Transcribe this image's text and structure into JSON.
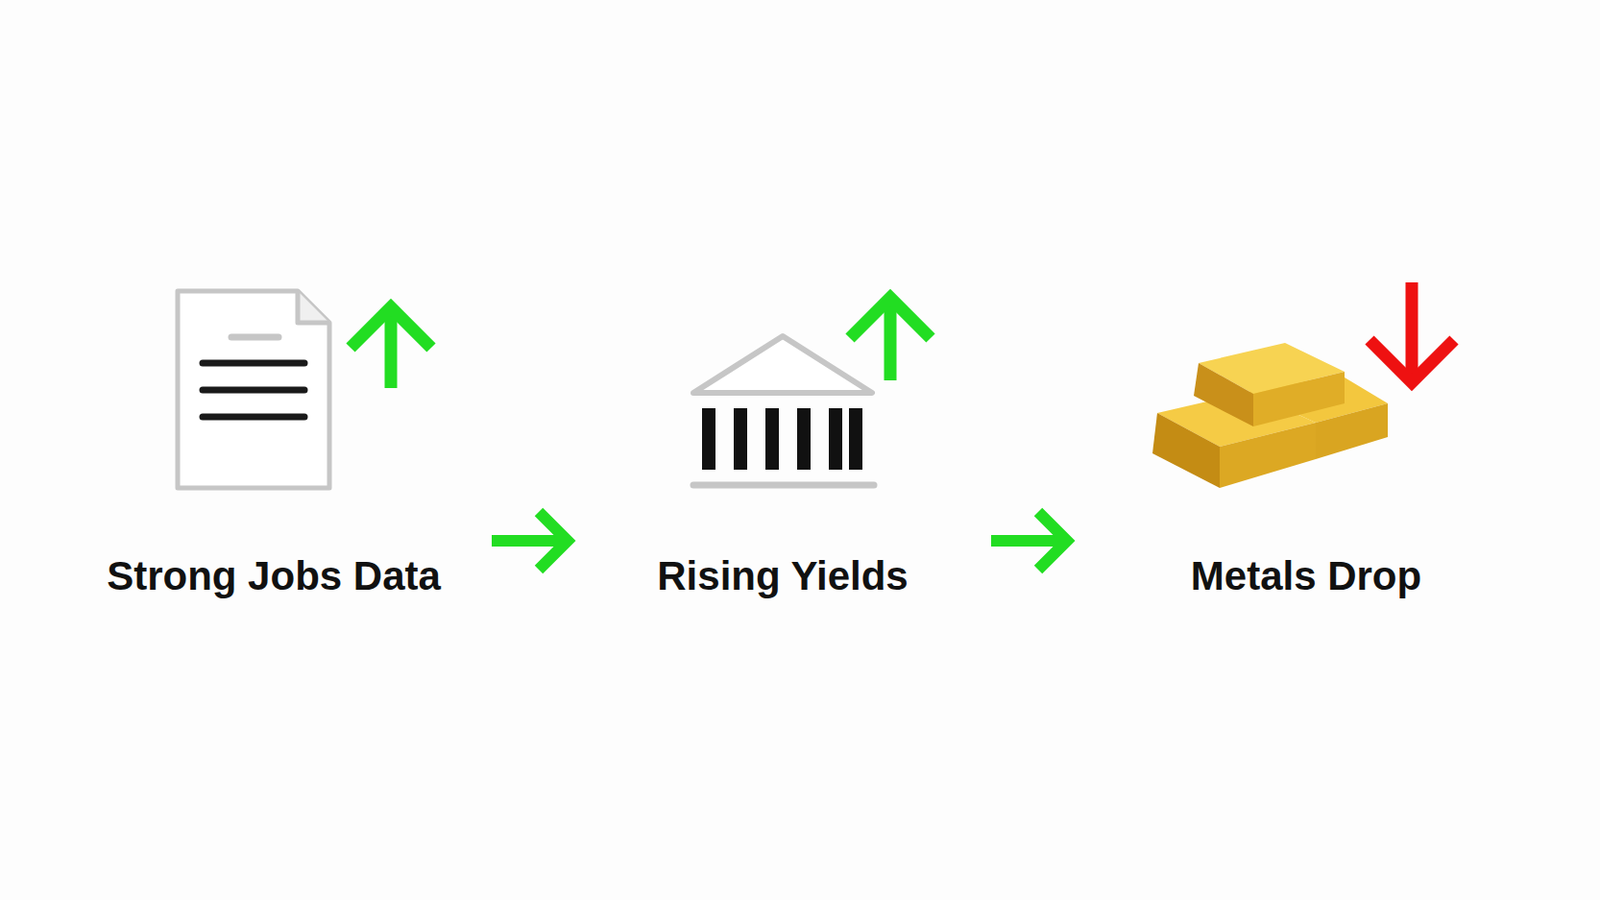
{
  "diagram": {
    "nodes": [
      {
        "text": [
          "Strong Jobs Data"
        ]
      },
      {
        "text": [
          "Rising Yields"
        ]
      },
      {
        "text": [
          "Metals Drop"
        ]
      }
    ],
    "edges": [
      {
        "from": 0,
        "to": 1,
        "arrow": "to"
      },
      {
        "from": 1,
        "to": 2,
        "arrow": "to"
      }
    ]
  }
}
